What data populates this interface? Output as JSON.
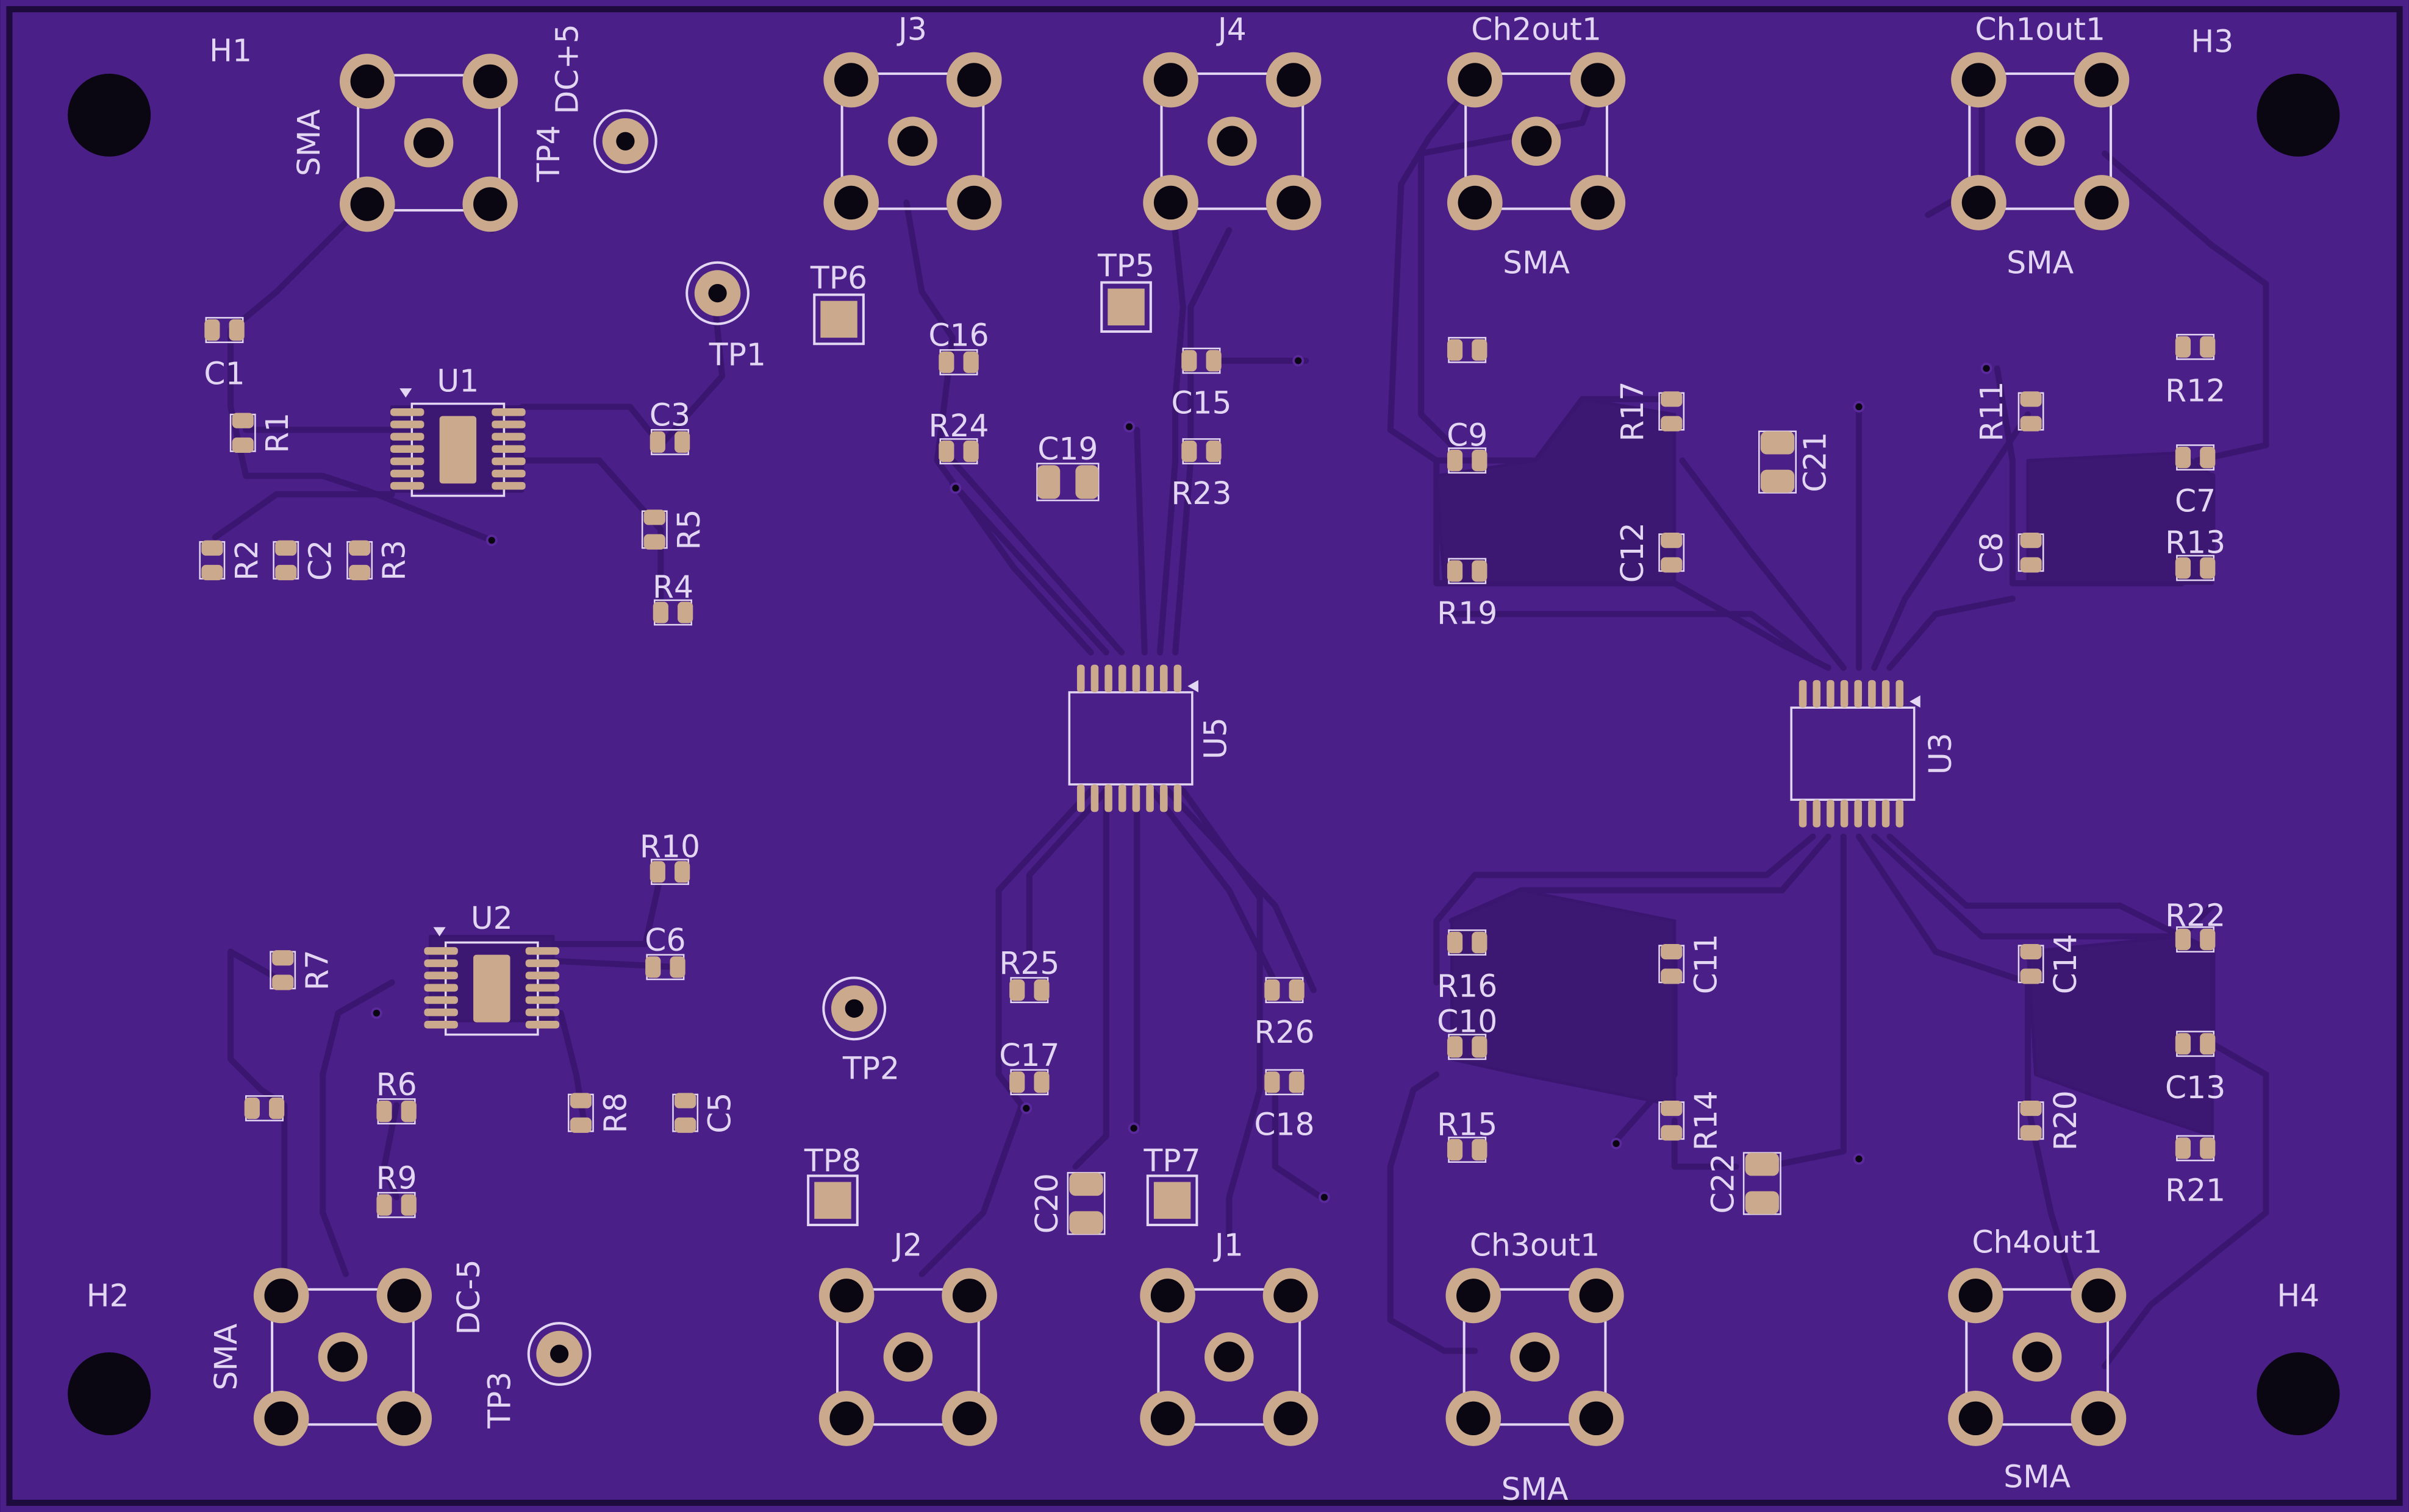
{
  "colors": {
    "board": "#4a1f88",
    "outline": "#1e0b3d",
    "trace": "#3d1873",
    "traceEdge": "#5a2a9c",
    "pad": "#cba98c",
    "padRing": "#a7876e",
    "hole": "#0a0612",
    "silk": "#e2d6f2"
  },
  "mounting_holes": [
    {
      "id": "H1",
      "label": "H1"
    },
    {
      "id": "H2",
      "label": "H2"
    },
    {
      "id": "H3",
      "label": "H3"
    },
    {
      "id": "H4",
      "label": "H4"
    }
  ],
  "connectors": [
    {
      "id": "tl",
      "ref": "",
      "value": "SMA"
    },
    {
      "id": "J3",
      "ref": "J3",
      "value": ""
    },
    {
      "id": "J4",
      "ref": "J4",
      "value": ""
    },
    {
      "id": "ch2",
      "ref": "Ch2out1",
      "value": "SMA"
    },
    {
      "id": "ch1",
      "ref": "Ch1out1",
      "value": "SMA"
    },
    {
      "id": "bl",
      "ref": "",
      "value": "SMA"
    },
    {
      "id": "J2",
      "ref": "J2",
      "value": ""
    },
    {
      "id": "J1",
      "ref": "J1",
      "value": ""
    },
    {
      "id": "ch3",
      "ref": "Ch3out1",
      "value": "SMA"
    },
    {
      "id": "ch4",
      "ref": "Ch4out1",
      "value": "SMA"
    }
  ],
  "test_points": [
    {
      "id": "TP1",
      "label": "TP1"
    },
    {
      "id": "TP2",
      "label": "TP2"
    },
    {
      "id": "TP3",
      "label": "TP3"
    },
    {
      "id": "TP4",
      "label": "TP4"
    },
    {
      "id": "TP5",
      "label": "TP5"
    },
    {
      "id": "TP6",
      "label": "TP6"
    },
    {
      "id": "TP7",
      "label": "TP7"
    },
    {
      "id": "TP8",
      "label": "TP8"
    }
  ],
  "net_labels": {
    "dc_pos": "DC+5",
    "dc_neg": "DC-5"
  },
  "ics": [
    {
      "id": "U1",
      "label": "U1"
    },
    {
      "id": "U2",
      "label": "U2"
    },
    {
      "id": "U3",
      "label": "U3"
    },
    {
      "id": "U5",
      "label": "U5"
    }
  ],
  "passives": [
    {
      "id": "C1",
      "label": "C1"
    },
    {
      "id": "R1",
      "label": "R1"
    },
    {
      "id": "R2",
      "label": "R2"
    },
    {
      "id": "C2",
      "label": "C2"
    },
    {
      "id": "R3",
      "label": "R3"
    },
    {
      "id": "C3",
      "label": "C3"
    },
    {
      "id": "R5",
      "label": "R5"
    },
    {
      "id": "R4",
      "label": "R4"
    },
    {
      "id": "R10",
      "label": "R10"
    },
    {
      "id": "C6",
      "label": "C6"
    },
    {
      "id": "R7",
      "label": "R7"
    },
    {
      "id": "R6",
      "label": "R6"
    },
    {
      "id": "R8",
      "label": "R8"
    },
    {
      "id": "C5",
      "label": "C5"
    },
    {
      "id": "R9",
      "label": "R9"
    },
    {
      "id": "C4",
      "label": ""
    },
    {
      "id": "C16",
      "label": "C16"
    },
    {
      "id": "R24",
      "label": "R24"
    },
    {
      "id": "C19",
      "label": "C19"
    },
    {
      "id": "C15",
      "label": "C15"
    },
    {
      "id": "R23",
      "label": "R23"
    },
    {
      "id": "R25",
      "label": "R25"
    },
    {
      "id": "C17",
      "label": "C17"
    },
    {
      "id": "R26",
      "label": "R26"
    },
    {
      "id": "C18",
      "label": "C18"
    },
    {
      "id": "C20",
      "label": "C20"
    },
    {
      "id": "C9",
      "label": "C9"
    },
    {
      "id": "R17",
      "label": "R17"
    },
    {
      "id": "R19",
      "label": "R19"
    },
    {
      "id": "C12",
      "label": "C12"
    },
    {
      "id": "C21",
      "label": "C21"
    },
    {
      "id": "R11",
      "label": "R11"
    },
    {
      "id": "R12",
      "label": "R12"
    },
    {
      "id": "C7",
      "label": "C7"
    },
    {
      "id": "C8",
      "label": "C8"
    },
    {
      "id": "R13",
      "label": "R13"
    },
    {
      "id": "R18",
      "label": ""
    },
    {
      "id": "R16",
      "label": "R16"
    },
    {
      "id": "C11",
      "label": "C11"
    },
    {
      "id": "C10",
      "label": "C10"
    },
    {
      "id": "R15",
      "label": "R15"
    },
    {
      "id": "R14",
      "label": "R14"
    },
    {
      "id": "C22",
      "label": "C22"
    },
    {
      "id": "R22",
      "label": "R22"
    },
    {
      "id": "C14",
      "label": "C14"
    },
    {
      "id": "C13",
      "label": "C13"
    },
    {
      "id": "R20",
      "label": "R20"
    },
    {
      "id": "R21",
      "label": "R21"
    }
  ]
}
